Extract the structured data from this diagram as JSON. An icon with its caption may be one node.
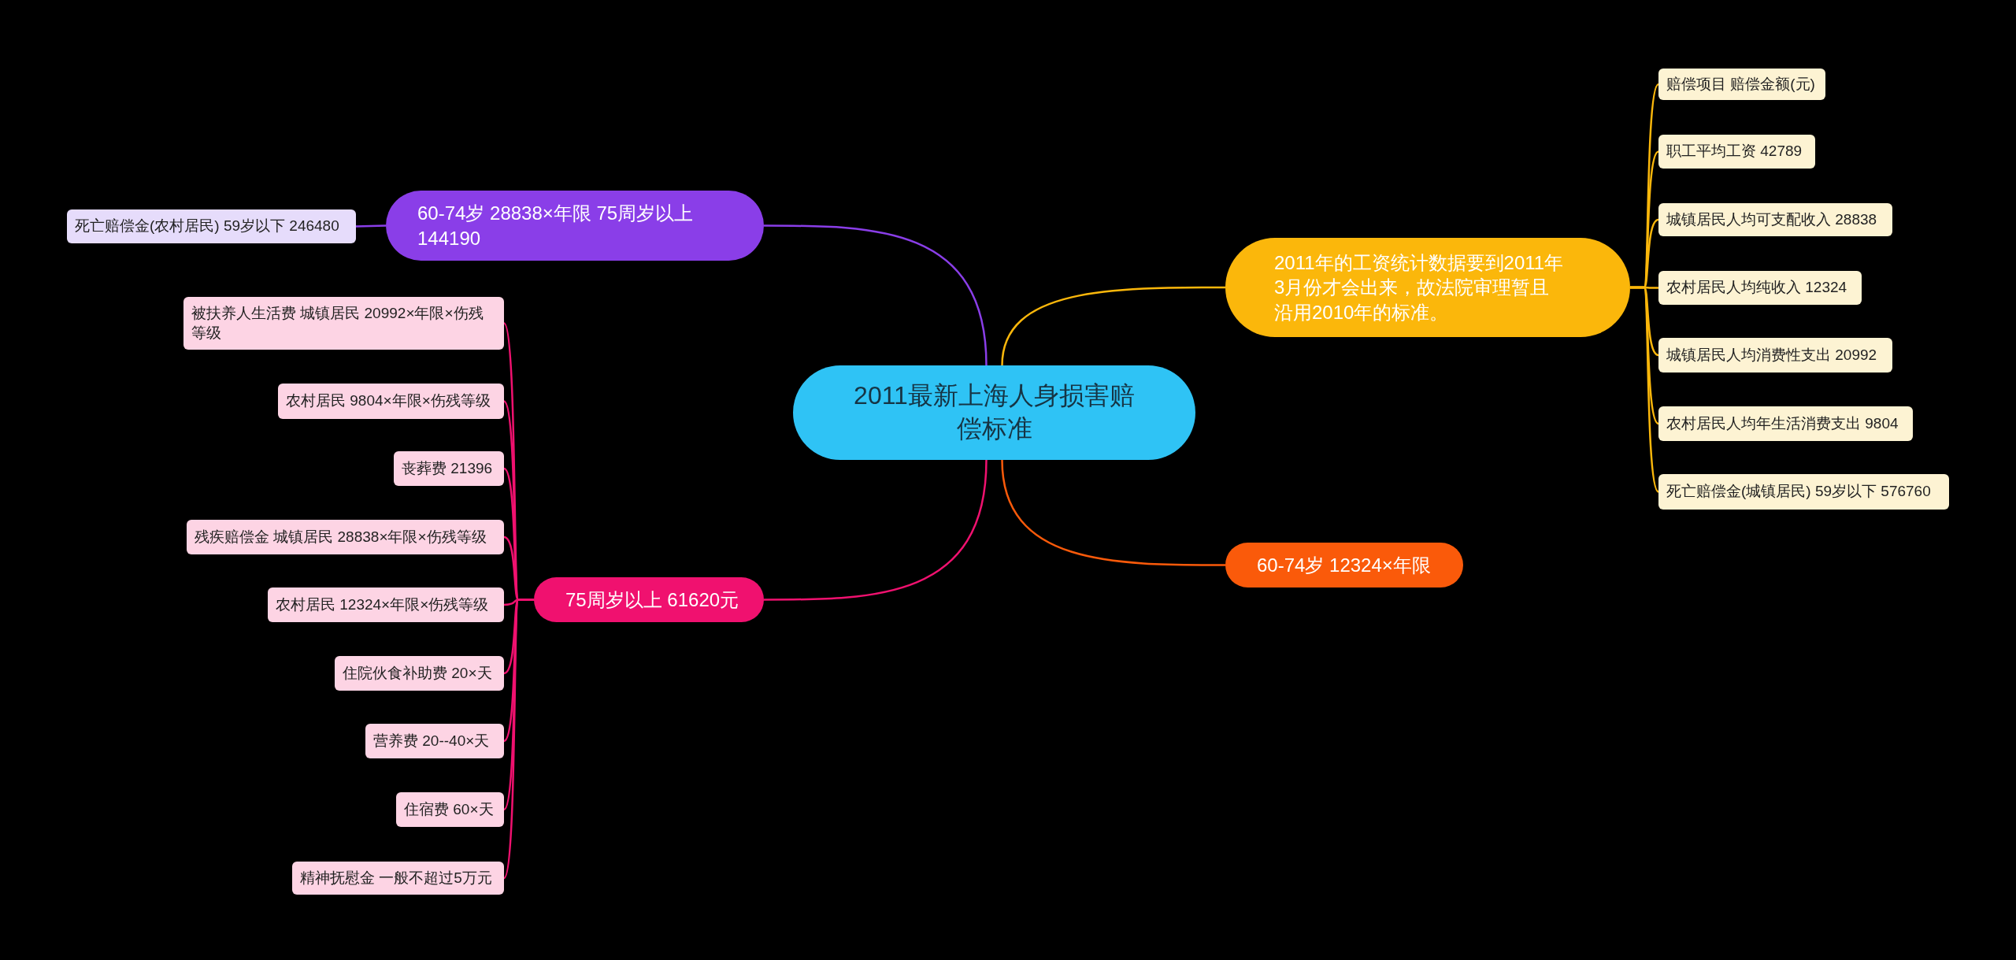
{
  "diagram": {
    "nodes": [
      {
        "text": [
          "2011最新上海人身损害赔偿标准"
        ]
      },
      {
        "text": [
          "60-74岁 28838×年限 75周岁以上 144190"
        ]
      },
      {
        "text": [
          "死亡赔偿金(农村居民) 59岁以下 246480"
        ]
      },
      {
        "text": [
          "75周岁以上 61620元"
        ]
      },
      {
        "text": [
          "被扶养人生活费 城镇居民 20992×年限×伤残等级"
        ]
      },
      {
        "text": [
          "农村居民 9804×年限×伤残等级"
        ]
      },
      {
        "text": [
          "丧葬费 21396"
        ]
      },
      {
        "text": [
          "残疾赔偿金 城镇居民 28838×年限×伤残等级"
        ]
      },
      {
        "text": [
          "农村居民 12324×年限×伤残等级"
        ]
      },
      {
        "text": [
          "住院伙食补助费 20×天"
        ]
      },
      {
        "text": [
          "营养费 20--40×天"
        ]
      },
      {
        "text": [
          "住宿费 60×天"
        ]
      },
      {
        "text": [
          "精神抚慰金 一般不超过5万元"
        ]
      },
      {
        "text": [
          "2011年的工资统计数据要到2011年3月份才会出来，故法院审理暂且沿用2010年的标准。"
        ]
      },
      {
        "text": [
          "赔偿项目 赔偿金额(元)"
        ]
      },
      {
        "text": [
          "职工平均工资 42789"
        ]
      },
      {
        "text": [
          "城镇居民人均可支配收入 28838"
        ]
      },
      {
        "text": [
          "农村居民人均纯收入 12324"
        ]
      },
      {
        "text": [
          "城镇居民人均消费性支出 20992"
        ]
      },
      {
        "text": [
          "农村居民人均年生活消费支出 9804"
        ]
      },
      {
        "text": [
          "死亡赔偿金(城镇居民) 59岁以下 576760"
        ]
      },
      {
        "text": [
          "60-74岁 12324×年限"
        ]
      }
    ],
    "edges": [
      {
        "from": 0,
        "to": 1,
        "arrow": "none",
        "color": "#8a3ee8"
      },
      {
        "from": 1,
        "to": 2,
        "arrow": "none",
        "color": "#8a3ee8"
      },
      {
        "from": 0,
        "to": 3,
        "arrow": "none"
      },
      {
        "from": 3,
        "to": 4,
        "arrow": "none"
      },
      {
        "from": 3,
        "to": 5,
        "arrow": "none"
      },
      {
        "from": 3,
        "to": 6,
        "arrow": "none"
      },
      {
        "from": 3,
        "to": 7,
        "arrow": "none"
      },
      {
        "from": 3,
        "to": 8,
        "arrow": "none"
      },
      {
        "from": 3,
        "to": 9,
        "arrow": "none"
      },
      {
        "from": 3,
        "to": 10,
        "arrow": "none"
      },
      {
        "from": 3,
        "to": 11,
        "arrow": "none"
      },
      {
        "from": 3,
        "to": 12,
        "arrow": "none"
      },
      {
        "from": 0,
        "to": 13,
        "arrow": "none",
        "color": "#fbb70b"
      },
      {
        "from": 13,
        "to": 14,
        "arrow": "none",
        "color": "#fbb70b"
      },
      {
        "from": 13,
        "to": 15,
        "arrow": "none",
        "color": "#fbb70b"
      },
      {
        "from": 13,
        "to": 16,
        "arrow": "none",
        "color": "#fbb70b"
      },
      {
        "from": 13,
        "to": 17,
        "arrow": "none",
        "color": "#fbb70b"
      },
      {
        "from": 13,
        "to": 18,
        "arrow": "none",
        "color": "#fbb70b"
      },
      {
        "from": 13,
        "to": 19,
        "arrow": "none",
        "color": "#fbb70b"
      },
      {
        "from": 13,
        "to": 20,
        "arrow": "none",
        "color": "#fbb70b"
      },
      {
        "from": 0,
        "to": 21,
        "arrow": "none",
        "color": "#fa5a0a"
      }
    ]
  }
}
